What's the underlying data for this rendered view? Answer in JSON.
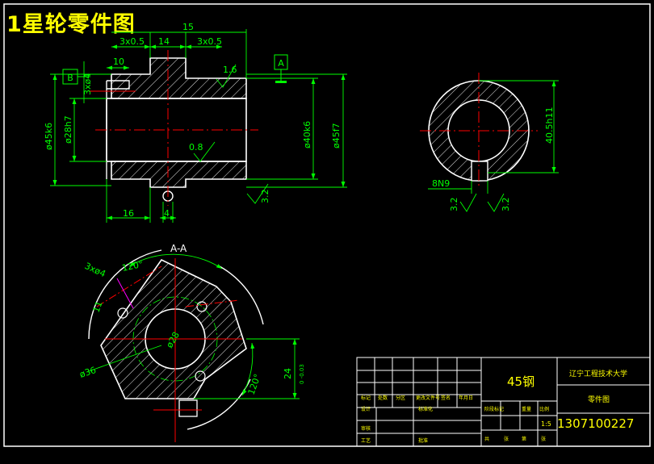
{
  "title": "1星轮零件图",
  "colors": {
    "background": "#000000",
    "outline": "#ffffff",
    "dimension": "#00ff00",
    "hatch": "#ffffff",
    "centerline": "#ff0000",
    "leader": "#ff00ff",
    "title_text": "#ffff00",
    "table_text": "#ffff00"
  },
  "section_label": "A-A",
  "datums": {
    "a": "A",
    "b": "B"
  },
  "front_view": {
    "dims_top": [
      "3x0.5",
      "3x0.5",
      "14",
      "15"
    ],
    "hole_callout": "3xø4",
    "len_10": "10",
    "len_16": "16",
    "len_4": "4",
    "diameters": [
      "ø45k6",
      "ø28h7",
      "ø40k6",
      "ø45f7"
    ],
    "roughness": [
      "1.6",
      "0.8",
      "3.2"
    ]
  },
  "side_view": {
    "diameter": "40.5h11",
    "keyway": "8N9",
    "roughness": [
      "3.2",
      "3.2"
    ]
  },
  "section_view": {
    "hole_callout": "3xø4",
    "angles": [
      "120°",
      "120°"
    ],
    "outer_dia": "ø36",
    "inner_dia": "ø28",
    "dim_24": "24",
    "tol_24": "0 -0.03",
    "dim_11": "11"
  },
  "title_block": {
    "material": "45钢",
    "school": "辽宁工程技术大学",
    "part_name": "零件图",
    "drawing_no": "1307100227",
    "scale": "1:5",
    "headers": [
      "标记",
      "处数",
      "分区",
      "更改文件号",
      "签名",
      "年月日"
    ],
    "row_labels": [
      "设计",
      "标准化",
      "阶段标记",
      "重量",
      "比例",
      "审核",
      "工艺",
      "批准"
    ],
    "sheet_labels": [
      "共",
      "张",
      "第",
      "张"
    ]
  }
}
